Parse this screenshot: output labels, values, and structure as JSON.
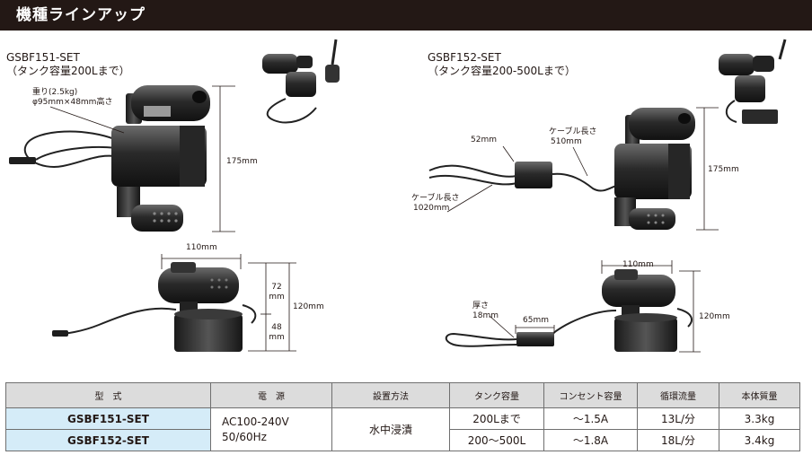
{
  "header": {
    "title": "機種ラインアップ"
  },
  "left": {
    "model": "GSBF151-SET",
    "capacity": "（タンク容量200Lまで）",
    "dims": {
      "weight_line1": "重り(2.5kg)",
      "weight_line2": "φ95mm×48mm高さ",
      "height_175": "175mm",
      "width_110": "110mm",
      "h72_a": "72",
      "h72_b": "mm",
      "h48_a": "48",
      "h48_b": "mm",
      "height_120": "120mm"
    }
  },
  "right": {
    "model": "GSBF152-SET",
    "capacity": "（タンク容量200-500Lまで）",
    "dims": {
      "box_52": "52mm",
      "cable_510_a": "ケーブル長さ",
      "cable_510_b": "510mm",
      "cable_1020_a": "ケーブル長さ",
      "cable_1020_b": "1020mm",
      "height_175": "175mm",
      "width_110": "110mm",
      "thick_a": "厚さ",
      "thick_b": "18mm",
      "box_65": "65mm",
      "height_120": "120mm"
    }
  },
  "table": {
    "headers": [
      "型　式",
      "電　源",
      "設置方法",
      "タンク容量",
      "コンセント容量",
      "循環流量",
      "本体質量"
    ],
    "rows": [
      {
        "model": "GSBF151-SET",
        "tank": "200Lまで",
        "outlet": "～1.5A",
        "flow": "13L/分",
        "mass": "3.3kg"
      },
      {
        "model": "GSBF152-SET",
        "tank": "200～500L",
        "outlet": "～1.8A",
        "flow": "18L/分",
        "mass": "3.4kg"
      }
    ],
    "power_line1": "AC100-240V",
    "power_line2": "50/60Hz",
    "install": "水中浸漬"
  }
}
